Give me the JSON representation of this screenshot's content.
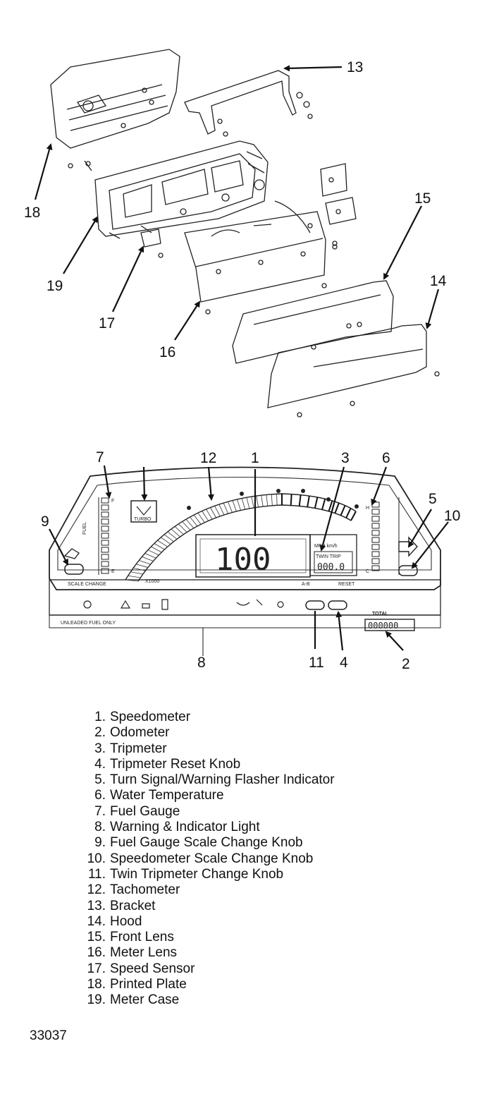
{
  "callouts": {
    "c1": "1",
    "c2": "2",
    "c3": "3",
    "c4": "4",
    "c5": "5",
    "c6": "6",
    "c7": "7",
    "c8": "8",
    "c9": "9",
    "c10": "10",
    "c11": "11",
    "c12": "12",
    "c13": "13",
    "c14": "14",
    "c15": "15",
    "c16": "16",
    "c17": "17",
    "c18": "18",
    "c19": "19"
  },
  "panel": {
    "fuel_label": "FUEL",
    "fuel_full": "F",
    "fuel_empty": "E",
    "turbo_label": "TURBO",
    "tach_unit": "X1000",
    "speed_display": "100",
    "speed_unit": "MPH km/h",
    "twin_trip": "TWIN TRIP",
    "trip_display": "000.0",
    "temp_hot": "H",
    "temp_cold": "C",
    "scale_change": "SCALE CHANGE",
    "ab_label": "A-B",
    "reset_label": "RESET",
    "unleaded": "UNLEADED FUEL ONLY",
    "total_label": "TOTAL",
    "odometer_display": "000000"
  },
  "legend": [
    {
      "num": "1.",
      "label": "Speedometer"
    },
    {
      "num": "2.",
      "label": "Odometer"
    },
    {
      "num": "3.",
      "label": "Tripmeter"
    },
    {
      "num": "4.",
      "label": "Tripmeter Reset Knob"
    },
    {
      "num": "5.",
      "label": "Turn Signal/Warning Flasher Indicator"
    },
    {
      "num": "6.",
      "label": "Water Temperature"
    },
    {
      "num": "7.",
      "label": "Fuel Gauge"
    },
    {
      "num": "8.",
      "label": "Warning & Indicator Light"
    },
    {
      "num": "9.",
      "label": "Fuel Gauge Scale Change Knob"
    },
    {
      "num": "10.",
      "label": "Speedometer Scale Change Knob"
    },
    {
      "num": "11.",
      "label": "Twin Tripmeter Change Knob"
    },
    {
      "num": "12.",
      "label": "Tachometer"
    },
    {
      "num": "13.",
      "label": "Bracket"
    },
    {
      "num": "14.",
      "label": "Hood"
    },
    {
      "num": "15.",
      "label": "Front Lens"
    },
    {
      "num": "16.",
      "label": "Meter Lens"
    },
    {
      "num": "17.",
      "label": "Speed Sensor"
    },
    {
      "num": "18.",
      "label": "Printed Plate"
    },
    {
      "num": "19.",
      "label": "Meter Case"
    }
  ],
  "figure_id": "33037"
}
